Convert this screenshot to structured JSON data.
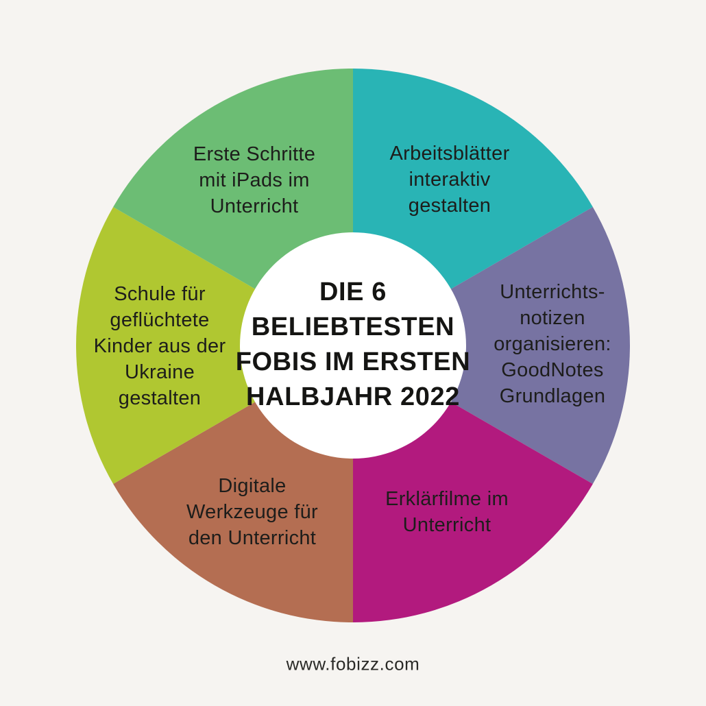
{
  "page": {
    "background_color": "#f6f4f1",
    "text_color": "#1d1d1b"
  },
  "chart_data": {
    "type": "pie",
    "title": "DIE 6\nBELIEBTESTEN\nFOBIS IM ERSTEN\nHALBJAHR 2022",
    "title_plain": "Die 6 beliebtesten Fobis im ersten Halbjahr 2022",
    "equal_segments": true,
    "hole_color": "#ffffff",
    "segments": [
      {
        "id": "arbeitsblaetter",
        "label": "Arbeitsblätter\ninteraktiv\ngestalten",
        "label_plain": "Arbeitsblätter interaktiv gestalten",
        "color": "#29b4b5",
        "value": 1,
        "start_deg": 0,
        "end_deg": 60
      },
      {
        "id": "unterrichtsnotizen",
        "label": "Unterrichts-\nnotizen\norganisieren:\nGoodNotes\nGrundlagen",
        "label_plain": "Unterrichtsnotizen organisieren: GoodNotes Grundlagen",
        "color": "#7773a2",
        "value": 1,
        "start_deg": 60,
        "end_deg": 120
      },
      {
        "id": "erklaerfilme",
        "label": "Erklärfilme im\nUnterricht",
        "label_plain": "Erklärfilme im Unterricht",
        "color": "#b21a7e",
        "value": 1,
        "start_deg": 120,
        "end_deg": 180
      },
      {
        "id": "digitale-werkzeuge",
        "label": "Digitale\nWerkzeuge für\nden Unterricht",
        "label_plain": "Digitale Werkzeuge für den Unterricht",
        "color": "#b46e52",
        "value": 1,
        "start_deg": 180,
        "end_deg": 240
      },
      {
        "id": "ukraine",
        "label": "Schule für\ngeflüchtete\nKinder aus der\nUkraine\ngestalten",
        "label_plain": "Schule für geflüchtete Kinder aus der Ukraine gestalten",
        "color": "#b0c731",
        "value": 1,
        "start_deg": 240,
        "end_deg": 300
      },
      {
        "id": "ipads",
        "label": "Erste Schritte\nmit iPads im\nUnterricht",
        "label_plain": "Erste Schritte mit iPads im Unterricht",
        "color": "#6cbd74",
        "value": 1,
        "start_deg": 300,
        "end_deg": 360
      }
    ]
  },
  "footer": {
    "url": "www.fobizz.com"
  }
}
